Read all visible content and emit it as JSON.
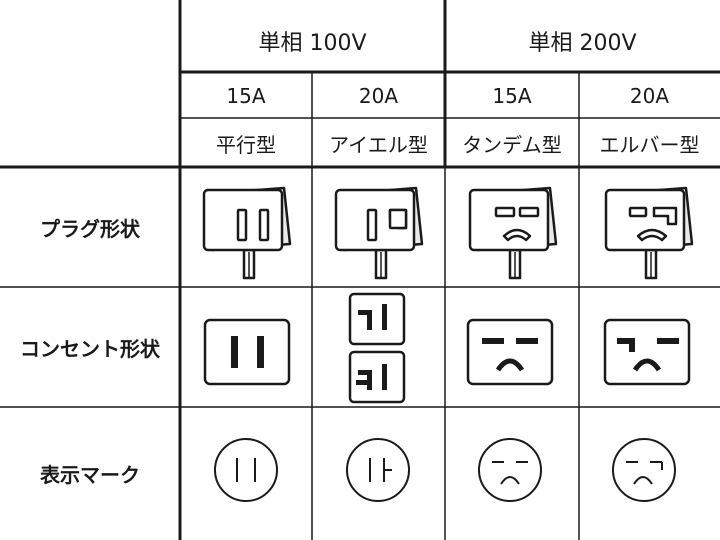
{
  "headers": {
    "single_phase_100v": "単相 100V",
    "single_phase_200v": "単相 200V",
    "amps": [
      "15A",
      "20A",
      "15A",
      "20A"
    ],
    "shapes": [
      "平行型",
      "アイエル型",
      "タンデム型",
      "エルバー型"
    ]
  },
  "rows": {
    "plug_shape": "プラグ形状",
    "outlet_shape": "コンセント形状",
    "display_mark": "表示マーク"
  },
  "colors": {
    "line": "#1a1a1a",
    "background": "#ffffff"
  },
  "icons": {
    "plug": [
      "plug-parallel-icon",
      "plug-i-l-icon",
      "plug-tandem-icon",
      "plug-l-bar-icon"
    ],
    "outlet": [
      "outlet-parallel-icon",
      "outlet-i-l-icon",
      "outlet-tandem-icon",
      "outlet-l-bar-icon"
    ],
    "mark": [
      "mark-parallel-icon",
      "mark-i-l-icon",
      "mark-tandem-icon",
      "mark-l-bar-icon"
    ]
  }
}
